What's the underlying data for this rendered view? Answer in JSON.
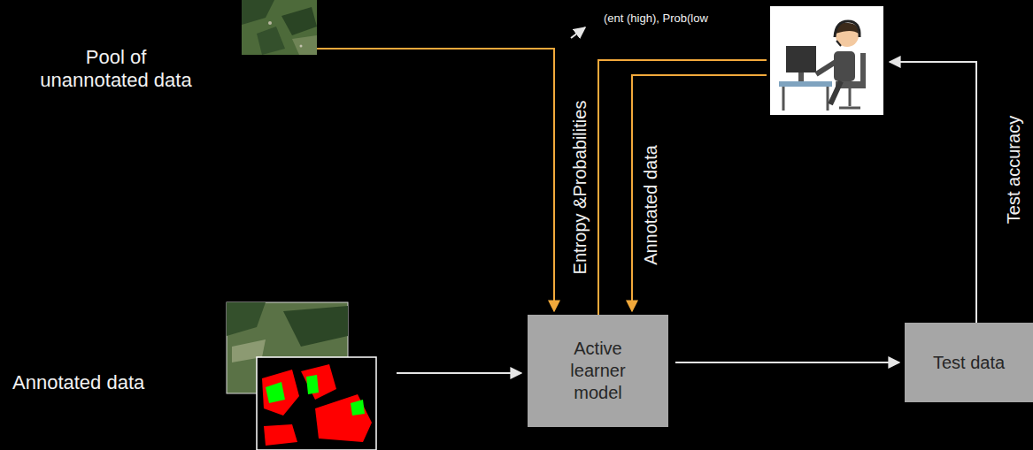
{
  "diagram": {
    "nodes": [
      {
        "text": [
          "Active learner model"
        ]
      },
      {
        "text": [
          "Test data"
        ]
      }
    ],
    "edges": [
      {
        "from": 0,
        "to": 1,
        "arrow": "to"
      }
    ],
    "labels": [
      "Pool of unannotated data",
      "Annotated data",
      "Entropy &Probabilities",
      "(ent (high), Prob(low",
      "Annotated data",
      "Test accuracy"
    ]
  }
}
